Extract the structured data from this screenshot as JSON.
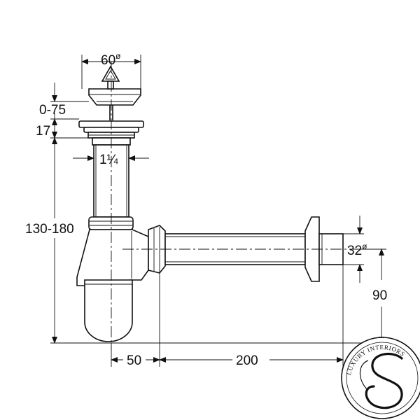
{
  "dimensions": {
    "strainer_diameter": "60",
    "diameter_symbol": "ø",
    "adjust_range": "0-75",
    "flange_height": "17",
    "thread_size": "1¼",
    "overall_height": "130-180",
    "outlet_diameter": "32",
    "outlet_height": "90",
    "trap_offset": "50",
    "outlet_length": "200"
  },
  "logo": {
    "text": "LUXURY INTERIORS",
    "monogram": "S"
  }
}
